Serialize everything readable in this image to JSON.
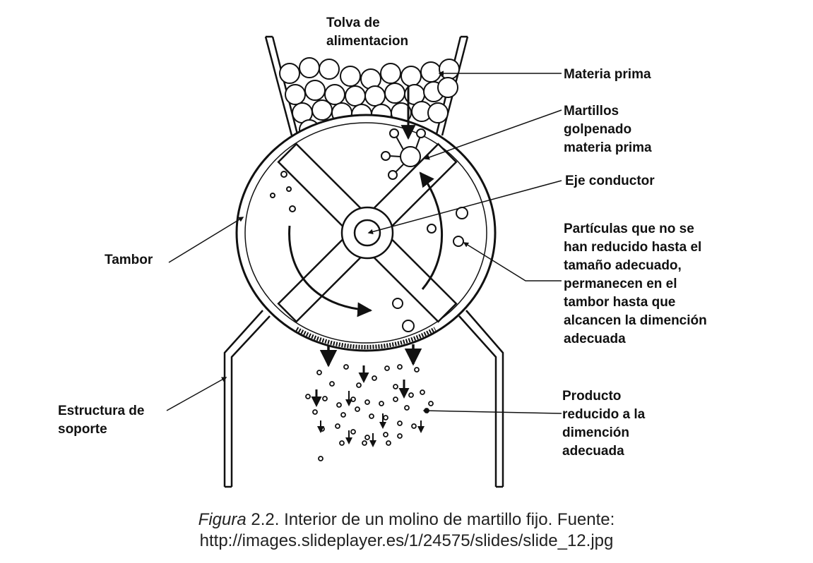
{
  "labels": {
    "hopper": [
      "Tolva de",
      "alimentacion"
    ],
    "raw_material": [
      "Materia prima"
    ],
    "hammers": [
      "Martillos",
      "golpenado",
      "materia prima"
    ],
    "shaft": [
      "Eje conductor"
    ],
    "particles": [
      "Partículas que no se",
      "han reducido hasta el",
      "tamaño adecuado,",
      "permanecen en el",
      "tambor hasta que",
      "alcancen la dimención",
      "adecuada"
    ],
    "drum": [
      "Tambor"
    ],
    "product": [
      "Producto",
      "reducido a la",
      "dimención",
      "adecuada"
    ],
    "support": [
      "Estructura de",
      "soporte"
    ]
  },
  "caption": {
    "prefix": "Figura",
    "line1": " 2.2. Interior de un molino de martillo fijo. Fuente:",
    "line2": "http://images.slideplayer.es/1/24575/slides/slide_12.jpg"
  }
}
